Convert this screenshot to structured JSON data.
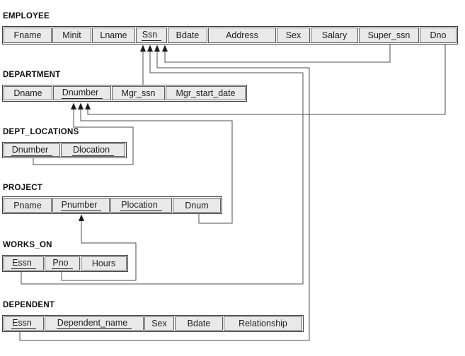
{
  "colors": {
    "background": "#ffffff",
    "cell_fill": "#e9e9e9",
    "table_border": "#3f3f3f",
    "cell_border": "#616161",
    "line": "#4c4c4c",
    "arrowhead": "#1a1a1a",
    "text": "#1e1e1e"
  },
  "tables": [
    {
      "name": "EMPLOYEE",
      "columns": [
        {
          "label": "Fname",
          "key": false
        },
        {
          "label": "Minit",
          "key": false
        },
        {
          "label": "Lname",
          "key": false
        },
        {
          "label": "Ssn",
          "key": true
        },
        {
          "label": "Bdate",
          "key": false
        },
        {
          "label": "Address",
          "key": false
        },
        {
          "label": "Sex",
          "key": false
        },
        {
          "label": "Salary",
          "key": false
        },
        {
          "label": "Super_ssn",
          "key": false
        },
        {
          "label": "Dno",
          "key": false
        }
      ]
    },
    {
      "name": "DEPARTMENT",
      "columns": [
        {
          "label": "Dname",
          "key": false
        },
        {
          "label": "Dnumber",
          "key": true
        },
        {
          "label": "Mgr_ssn",
          "key": false
        },
        {
          "label": "Mgr_start_date",
          "key": false
        }
      ]
    },
    {
      "name": "DEPT_LOCATIONS",
      "columns": [
        {
          "label": "Dnumber",
          "key": true
        },
        {
          "label": "Dlocation",
          "key": true
        }
      ]
    },
    {
      "name": "PROJECT",
      "columns": [
        {
          "label": "Pname",
          "key": false
        },
        {
          "label": "Pnumber",
          "key": true
        },
        {
          "label": "Plocation",
          "key": true
        },
        {
          "label": "Dnum",
          "key": false
        }
      ]
    },
    {
      "name": "WORKS_ON",
      "columns": [
        {
          "label": "Essn",
          "key": true
        },
        {
          "label": "Pno",
          "key": true
        },
        {
          "label": "Hours",
          "key": false
        }
      ]
    },
    {
      "name": "DEPENDENT",
      "columns": [
        {
          "label": "Essn",
          "key": true
        },
        {
          "label": "Dependent_name",
          "key": true
        },
        {
          "label": "Sex",
          "key": false
        },
        {
          "label": "Bdate",
          "key": false
        },
        {
          "label": "Relationship",
          "key": false
        }
      ]
    }
  ],
  "foreign_keys": [
    {
      "from": "DEPARTMENT.Mgr_ssn",
      "to": "EMPLOYEE.Ssn"
    },
    {
      "from": "WORKS_ON.Essn",
      "to": "EMPLOYEE.Ssn"
    },
    {
      "from": "DEPENDENT.Essn",
      "to": "EMPLOYEE.Ssn"
    },
    {
      "from": "EMPLOYEE.Super_ssn",
      "to": "EMPLOYEE.Ssn"
    },
    {
      "from": "EMPLOYEE.Dno",
      "to": "DEPARTMENT.Dnumber"
    },
    {
      "from": "PROJECT.Dnum",
      "to": "DEPARTMENT.Dnumber"
    },
    {
      "from": "DEPT_LOCATIONS.Dnumber",
      "to": "DEPARTMENT.Dnumber"
    },
    {
      "from": "WORKS_ON.Pno",
      "to": "PROJECT.Pnumber"
    }
  ]
}
